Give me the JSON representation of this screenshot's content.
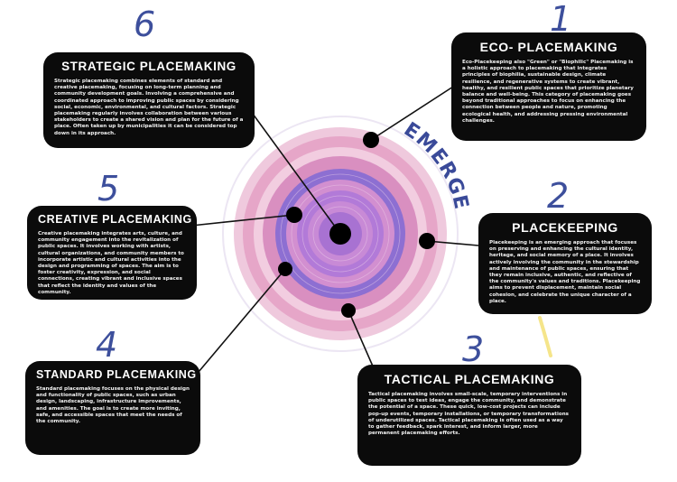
{
  "center_label": "EMERGENT",
  "cards": {
    "eco": {
      "number": "1",
      "title": "ECO- PLACEMAKING",
      "body": "Eco-Placekeeping also \"Green\" or \"Biophilic\" Placemaking is a holistic approach to placemaking that integrates principles of biophilia, sustainable design, climate resilience, and regenerative systems to create vibrant, healthy, and resilient public spaces that prioritize planetary balance and well-being. This category of placemaking goes beyond traditional approaches to focus on enhancing the connection between people and nature, promoting ecological health, and addressing pressing environmental challenges."
    },
    "placekeeping": {
      "number": "2",
      "title": "PLACEKEEPING",
      "body": "Placekeeping is an emerging approach that focuses on preserving and enhancing the cultural identity, heritage, and social memory of a place. It involves actively involving the community in the stewardship and maintenance of public spaces, ensuring that they remain inclusive, authentic, and reflective of the community's values and traditions. Placekeeping aims to prevent displacement, maintain social cohesion, and celebrate the unique character of a place."
    },
    "tactical": {
      "number": "3",
      "title": "TACTICAL PLACEMAKING",
      "body": "Tactical placemaking involves small-scale, temporary interventions in public spaces to test ideas, engage the community, and demonstrate the potential of a space. These quick, low-cost projects can include pop-up events, temporary installations, or temporary transformations of underutilized spaces. Tactical placemaking is often used as a way to gather feedback, spark interest, and inform larger, more permanent placemaking efforts."
    },
    "standard": {
      "number": "4",
      "title": "STANDARD PLACEMAKING",
      "body": "Standard placemaking focuses on the physical design and functionality of public spaces, such as urban design, landscaping, infrastructure improvements, and amenities. The goal is to create more inviting, safe, and accessible spaces that meet the needs of the community."
    },
    "creative": {
      "number": "5",
      "title": "CREATIVE PLACEMAKING",
      "body": "Creative placemaking integrates arts, culture, and community engagement into the revitalization of public spaces. It involves working with artists, cultural organizations, and community members to incorporate artistic and cultural activities into the design and programming of spaces. The aim is to foster creativity, expression, and social connections, creating vibrant and inclusive spaces that reflect the identity and values of the community."
    },
    "strategic": {
      "number": "6",
      "title": "STRATEGIC PLACEMAKING",
      "body": "Strategic placemaking combines elements of standard and creative placemaking, focusing on long-term planning and community development goals. Involving a comprehensive and coordinated approach to improving public spaces by considering social, economic, environmental, and cultural factors. Strategic placemaking regularly involves collaboration between various stakeholders to create a shared vision and plan for the future of a place. Often taken up by municipalities it can be considered top down in its approach."
    }
  },
  "colors": {
    "card_bg": "#0b0b0b",
    "number": "#3d4f9c",
    "ring_light_pink": "#efc9dd",
    "ring_pink": "#e49bc0",
    "ring_purple": "#8f6fd0",
    "ring_violet": "#b77fcf",
    "label": "#3a4a99",
    "accent_yellow": "#f5e58a"
  }
}
